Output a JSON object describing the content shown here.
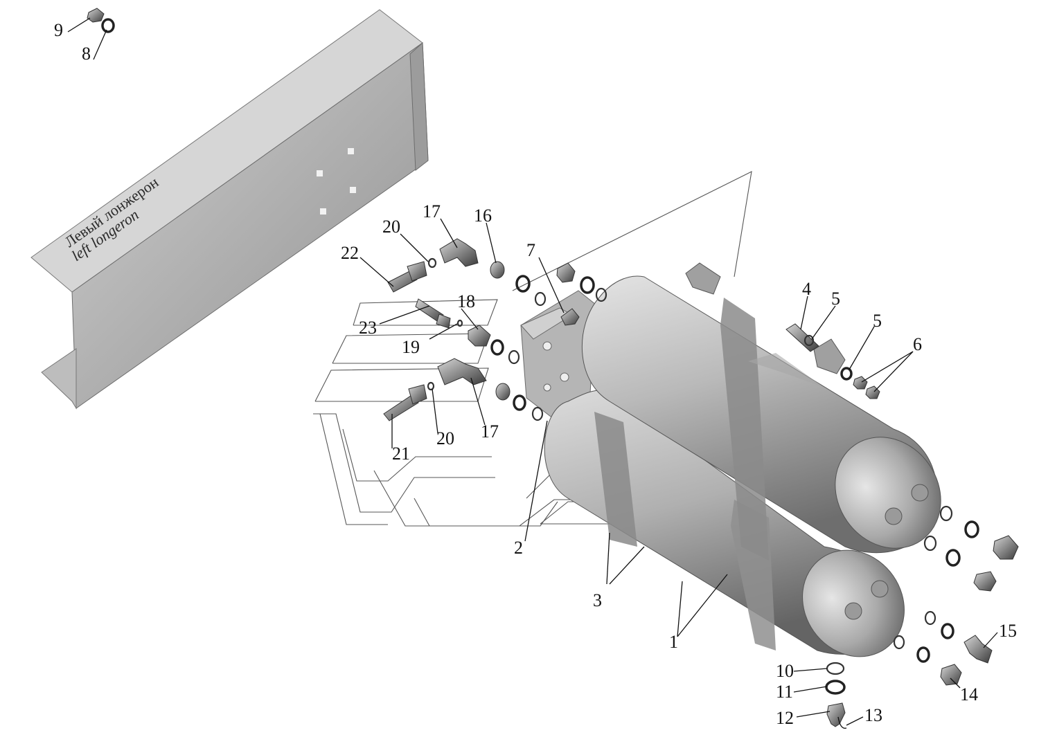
{
  "rail": {
    "label_ru": "Левый лонжерон",
    "label_en": "left longeron"
  },
  "callouts": {
    "c1": "1",
    "c2": "2",
    "c3": "3",
    "c4": "4",
    "c5a": "5",
    "c5b": "5",
    "c6": "6",
    "c7": "7",
    "c8": "8",
    "c9": "9",
    "c10": "10",
    "c11": "11",
    "c12": "12",
    "c13": "13",
    "c14": "14",
    "c15": "15",
    "c16": "16",
    "c17a": "17",
    "c17b": "17",
    "c18": "18",
    "c19": "19",
    "c20a": "20",
    "c20b": "20",
    "c21": "21",
    "c22": "22",
    "c23": "23"
  },
  "colors": {
    "metal_light": "#d9d9d9",
    "metal_mid": "#a8a8a8",
    "metal_dark": "#5c5c5c",
    "ink": "#111111"
  }
}
